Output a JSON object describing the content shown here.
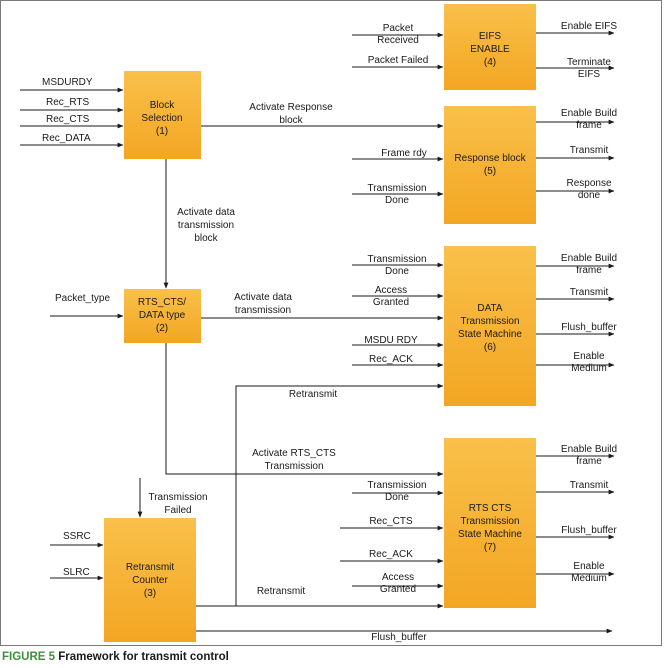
{
  "caption": {
    "figure_label": "FIGURE 5",
    "title": "Framework for transmit control"
  },
  "blocks": {
    "block_selection": [
      "Block",
      "Selection",
      "(1)"
    ],
    "rts_cts_data_type": [
      "RTS_CTS/",
      "DATA type",
      "(2)"
    ],
    "retransmit_counter": [
      "Retransmit",
      "Counter",
      "(3)"
    ],
    "eifs_enable": [
      "EIFS",
      "ENABLE",
      "(4)"
    ],
    "response_block": [
      "Response block",
      "(5)"
    ],
    "data_tx_sm": [
      "DATA",
      "Transmission",
      "State Machine",
      "(6)"
    ],
    "rts_cts_tx_sm": [
      "RTS CTS",
      "Transmission",
      "State Machine",
      "(7)"
    ]
  },
  "signals": {
    "msdurdy": [
      "MSDURDY"
    ],
    "rec_rts": [
      "Rec_RTS"
    ],
    "rec_cts": [
      "Rec_CTS"
    ],
    "rec_data": [
      "Rec_DATA"
    ],
    "activate_response_block": [
      "Activate Response",
      "block"
    ],
    "activate_data_transmission_block": [
      "Activate data",
      "transmission",
      "block"
    ],
    "packet_type": [
      "Packet_type"
    ],
    "activate_data_transmission": [
      "Activate data",
      "transmission"
    ],
    "retransmit_upper": [
      "Retransmit"
    ],
    "activate_rts_cts_transmission": [
      "Activate RTS_CTS",
      "Transmission"
    ],
    "transmission_failed": [
      "Transmission",
      "Failed"
    ],
    "ssrc": [
      "SSRC"
    ],
    "slrc": [
      "SLRC"
    ],
    "retransmit_lower": [
      "Retransmit"
    ],
    "flush_buffer_bottom": [
      "Flush_buffer"
    ],
    "packet_received": [
      "Packet",
      "Received"
    ],
    "packet_failed": [
      "Packet Failed"
    ],
    "enable_eifs": [
      "Enable EIFS"
    ],
    "terminate_eifs": [
      "Terminate",
      "EIFS"
    ],
    "frame_rdy": [
      "Frame rdy"
    ],
    "transmission_done_5": [
      "Transmission",
      "Done"
    ],
    "enable_build_frame_5": [
      "Enable Build",
      "frame"
    ],
    "transmit_5": [
      "Transmit"
    ],
    "response_done": [
      "Response",
      "done"
    ],
    "transmission_done_6": [
      "Transmission",
      "Done"
    ],
    "access_granted_6": [
      "Access",
      "Granted"
    ],
    "msdu_rdy_6": [
      "MSDU RDY"
    ],
    "rec_ack_6": [
      "Rec_ACK"
    ],
    "enable_build_frame_6": [
      "Enable Build",
      "frame"
    ],
    "transmit_6": [
      "Transmit"
    ],
    "flush_buffer_6": [
      "Flush_buffer"
    ],
    "enable_medium_6": [
      "Enable",
      "Medium"
    ],
    "transmission_done_7": [
      "Transmission",
      "Done"
    ],
    "rec_cts_7": [
      "Rec_CTS"
    ],
    "rec_ack_7": [
      "Rec_ACK"
    ],
    "access_granted_7": [
      "Access",
      "Granted"
    ],
    "enable_build_frame_7": [
      "Enable Build",
      "frame"
    ],
    "transmit_7": [
      "Transmit"
    ],
    "flush_buffer_7": [
      "Flush_buffer"
    ],
    "enable_medium_7": [
      "Enable",
      "Medium"
    ]
  },
  "colors": {
    "block_fill_top": "#f9c04a",
    "block_fill_bottom": "#f3a623",
    "line": "#1a1a1a",
    "caption_accent": "#3f8f3a"
  }
}
